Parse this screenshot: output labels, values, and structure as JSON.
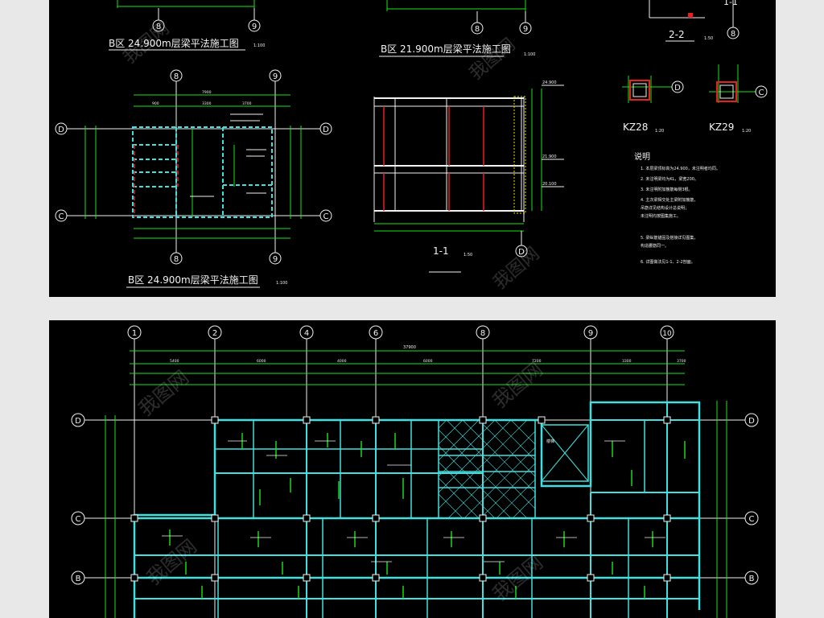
{
  "top": {
    "title_top_left": "B区 24.900m层梁平法施工图",
    "title_top_center": "B区 21.900m层梁平法施工图",
    "title_bottom_left": "B区 24.900m层梁平法施工图",
    "scale_100": "1:100",
    "scale_50": "1:50",
    "scale_20": "1:20",
    "section_1": "1-1",
    "section_2": "2-2",
    "section_corner": "1-1",
    "kz28": "KZ28",
    "kz29": "KZ29",
    "notes_title": "说明",
    "notes": [
      "1. 本层梁顶标高为24.900，未注明者均同。",
      "2. 未注明梁均为KL，梁宽200。",
      "3. 未注明附加箍筋每侧3根。",
      "4. 主次梁相交处主梁附加箍筋，",
      "   吊筋详见结构设计总说明；",
      "   未注明均按图集施工。",
      "5. 梁纵筋锚固及搭接详见图集，",
      "   构造腰筋同一。",
      "6. 详图做法见1-1、2-2剖面。"
    ],
    "axes": [
      "8",
      "9",
      "D",
      "C"
    ],
    "elev_1": "24.900",
    "elev_2": "21.900",
    "elev_3": "20.100",
    "dims_top": [
      "900",
      "3300",
      "3700"
    ],
    "dim_total": "7900"
  },
  "bottom": {
    "axes_top": [
      "1",
      "2",
      "4",
      "6",
      "8",
      "9",
      "10"
    ],
    "axes_side": [
      "D",
      "C",
      "B"
    ],
    "dim_total": "37900",
    "dims": [
      "5400",
      "6000",
      "4000",
      "6000",
      "7200",
      "3300",
      "3700"
    ],
    "stair_label": "楼梯"
  },
  "watermark": "我图网",
  "colors": {
    "background": "#000000",
    "page": "#e8e8e8",
    "cyan_beam": "#3fe0e0",
    "green_dim": "#19e619",
    "red_rebar": "#e81f1f",
    "yellow_text": "#e6e600"
  }
}
